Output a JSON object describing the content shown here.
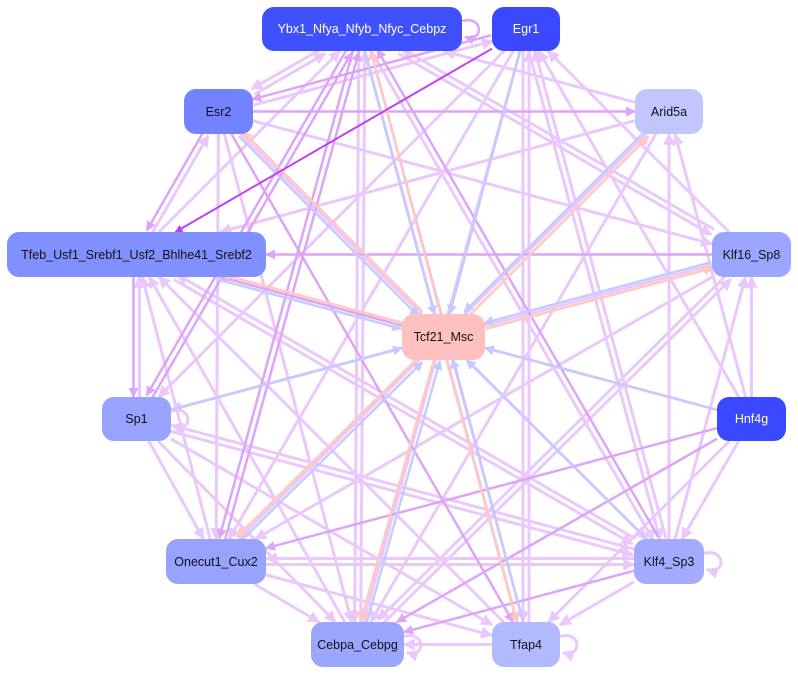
{
  "nodes": [
    {
      "id": "ybx1",
      "label": "Ybx1_Nfya_Nfyb_Nfyc_Cebpz",
      "color": "#3f51ff",
      "dark": true
    },
    {
      "id": "egr1",
      "label": "Egr1",
      "color": "#3a48ff",
      "dark": true
    },
    {
      "id": "esr2",
      "label": "Esr2",
      "color": "#7383ff",
      "dark": false
    },
    {
      "id": "arid5a",
      "label": "Arid5a",
      "color": "#c2c6ff",
      "dark": false
    },
    {
      "id": "tfeb",
      "label": "Tfeb_Usf1_Srebf1_Usf2_Bhlhe41_Srebf2",
      "color": "#8190ff",
      "dark": false
    },
    {
      "id": "klf16",
      "label": "Klf16_Sp8",
      "color": "#9ba6ff",
      "dark": false
    },
    {
      "id": "tcf21",
      "label": "Tcf21_Msc",
      "color": "#ffc0c0",
      "dark": false
    },
    {
      "id": "sp1",
      "label": "Sp1",
      "color": "#98a2ff",
      "dark": false
    },
    {
      "id": "hnf4g",
      "label": "Hnf4g",
      "color": "#3a48ff",
      "dark": true
    },
    {
      "id": "onecut1",
      "label": "Onecut1_Cux2",
      "color": "#98a2ff",
      "dark": false
    },
    {
      "id": "klf4",
      "label": "Klf4_Sp3",
      "color": "#a2abff",
      "dark": false
    },
    {
      "id": "cebpa",
      "label": "Cebpa_Cebpg",
      "color": "#9ba6ff",
      "dark": false
    },
    {
      "id": "tfap4",
      "label": "Tfap4",
      "color": "#b3b9ff",
      "dark": false
    }
  ],
  "edge_colors": {
    "light": "#ebc8fb",
    "mid": "#dda4f8",
    "strong": "#c040f5",
    "blue": "#c5cbff",
    "peach": "#ffc8c0"
  },
  "edges": [
    [
      "ybx1",
      "ybx1",
      "mid"
    ],
    [
      "sp1",
      "sp1",
      "light"
    ],
    [
      "klf4",
      "klf4",
      "light"
    ],
    [
      "cebpa",
      "cebpa",
      "light"
    ],
    [
      "tfap4",
      "tfap4",
      "light"
    ],
    [
      "egr1",
      "tfeb",
      "strong"
    ],
    [
      "egr1",
      "esr2",
      "mid"
    ],
    [
      "esr2",
      "egr1",
      "light"
    ],
    [
      "esr2",
      "arid5a",
      "mid"
    ],
    [
      "ybx1",
      "esr2",
      "light"
    ],
    [
      "esr2",
      "ybx1",
      "light"
    ],
    [
      "arid5a",
      "ybx1",
      "light"
    ],
    [
      "klf16",
      "ybx1",
      "light"
    ],
    [
      "klf16",
      "egr1",
      "light"
    ],
    [
      "hnf4g",
      "egr1",
      "light"
    ],
    [
      "klf4",
      "ybx1",
      "mid"
    ],
    [
      "klf4",
      "egr1",
      "light"
    ],
    [
      "tfap4",
      "ybx1",
      "mid"
    ],
    [
      "tfap4",
      "egr1",
      "light"
    ],
    [
      "cebpa",
      "ybx1",
      "light"
    ],
    [
      "onecut1",
      "ybx1",
      "mid"
    ],
    [
      "sp1",
      "ybx1",
      "mid"
    ],
    [
      "tfeb",
      "ybx1",
      "light"
    ],
    [
      "ybx1",
      "klf16",
      "light"
    ],
    [
      "esr2",
      "klf16",
      "light"
    ],
    [
      "esr2",
      "klf4",
      "light"
    ],
    [
      "esr2",
      "tfap4",
      "mid"
    ],
    [
      "esr2",
      "cebpa",
      "light"
    ],
    [
      "esr2",
      "onecut1",
      "light"
    ],
    [
      "tfeb",
      "esr2",
      "light"
    ],
    [
      "esr2",
      "tfeb",
      "mid"
    ],
    [
      "klf16",
      "tfeb",
      "mid"
    ],
    [
      "hnf4g",
      "tfeb",
      "mid"
    ],
    [
      "arid5a",
      "tfeb",
      "light"
    ],
    [
      "tfeb",
      "sp1",
      "mid"
    ],
    [
      "sp1",
      "tfeb",
      "light"
    ],
    [
      "onecut1",
      "tfeb",
      "light"
    ],
    [
      "cebpa",
      "tfeb",
      "light"
    ],
    [
      "klf4",
      "tfeb",
      "light"
    ],
    [
      "tfap4",
      "tfeb",
      "light"
    ],
    [
      "tfeb",
      "klf4",
      "light"
    ],
    [
      "egr1",
      "onecut1",
      "light"
    ],
    [
      "egr1",
      "cebpa",
      "light"
    ],
    [
      "egr1",
      "klf4",
      "light"
    ],
    [
      "egr1",
      "tfap4",
      "light"
    ],
    [
      "egr1",
      "sp1",
      "light"
    ],
    [
      "arid5a",
      "onecut1",
      "light"
    ],
    [
      "arid5a",
      "cebpa",
      "light"
    ],
    [
      "klf4",
      "arid5a",
      "light"
    ],
    [
      "hnf4g",
      "arid5a",
      "light"
    ],
    [
      "klf16",
      "onecut1",
      "light"
    ],
    [
      "klf16",
      "cebpa",
      "light"
    ],
    [
      "klf16",
      "sp1",
      "light"
    ],
    [
      "klf4",
      "klf16",
      "light"
    ],
    [
      "hnf4g",
      "klf16",
      "light"
    ],
    [
      "cebpa",
      "klf16",
      "light"
    ],
    [
      "hnf4g",
      "onecut1",
      "mid"
    ],
    [
      "hnf4g",
      "cebpa",
      "mid"
    ],
    [
      "hnf4g",
      "klf4",
      "light"
    ],
    [
      "hnf4g",
      "tfap4",
      "light"
    ],
    [
      "sp1",
      "onecut1",
      "light"
    ],
    [
      "sp1",
      "cebpa",
      "light"
    ],
    [
      "sp1",
      "klf4",
      "light"
    ],
    [
      "klf4",
      "sp1",
      "light"
    ],
    [
      "sp1",
      "tfap4",
      "light"
    ],
    [
      "onecut1",
      "klf4",
      "light"
    ],
    [
      "klf4",
      "onecut1",
      "light"
    ],
    [
      "onecut1",
      "cebpa",
      "light"
    ],
    [
      "onecut1",
      "tfap4",
      "light"
    ],
    [
      "klf4",
      "cebpa",
      "mid"
    ],
    [
      "klf4",
      "tfap4",
      "light"
    ],
    [
      "tfap4",
      "cebpa",
      "light"
    ],
    [
      "ybx1",
      "onecut1",
      "mid"
    ],
    [
      "ybx1",
      "cebpa",
      "light"
    ],
    [
      "ybx1",
      "klf4",
      "light"
    ],
    [
      "ybx1",
      "tfap4",
      "light"
    ],
    [
      "ybx1",
      "sp1",
      "mid"
    ],
    [
      "egr1",
      "tcf21",
      "blue"
    ],
    [
      "arid5a",
      "tcf21",
      "blue"
    ],
    [
      "klf16",
      "tcf21",
      "blue"
    ],
    [
      "sp1",
      "tcf21",
      "blue"
    ],
    [
      "hnf4g",
      "tcf21",
      "blue"
    ],
    [
      "klf4",
      "tcf21",
      "blue"
    ],
    [
      "cebpa",
      "tcf21",
      "blue"
    ],
    [
      "tfap4",
      "tcf21",
      "blue"
    ],
    [
      "esr2",
      "tcf21",
      "blue"
    ],
    [
      "onecut1",
      "tcf21",
      "blue"
    ],
    [
      "tfeb",
      "tcf21",
      "blue"
    ],
    [
      "ybx1",
      "tcf21",
      "blue"
    ],
    [
      "tcf21",
      "ybx1",
      "peach"
    ],
    [
      "tcf21",
      "esr2",
      "peach"
    ],
    [
      "tcf21",
      "arid5a",
      "peach"
    ],
    [
      "tcf21",
      "klf16",
      "peach"
    ],
    [
      "tcf21",
      "tfeb",
      "peach"
    ],
    [
      "tcf21",
      "onecut1",
      "peach"
    ],
    [
      "tcf21",
      "cebpa",
      "peach"
    ],
    [
      "tcf21",
      "tfap4",
      "peach"
    ]
  ]
}
